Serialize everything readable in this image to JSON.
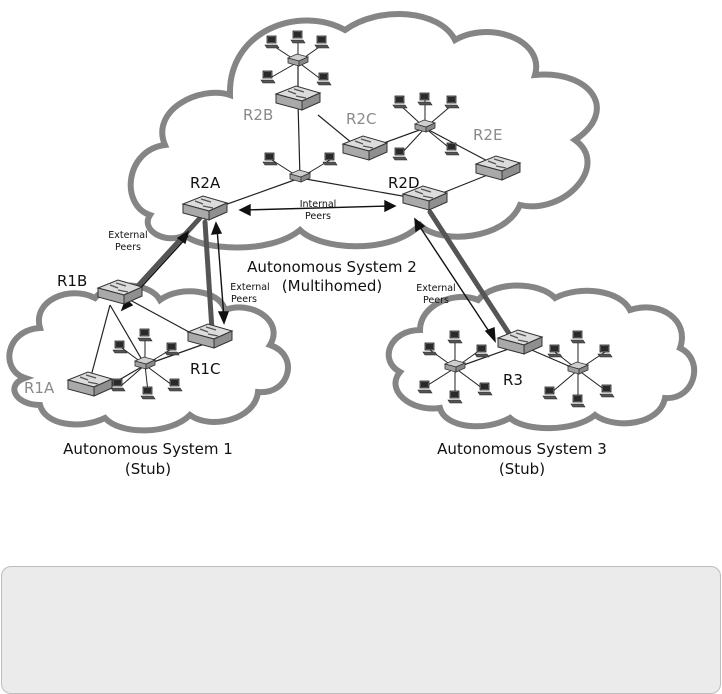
{
  "clouds": {
    "as1": {
      "label": "Autonomous System 1",
      "type": "(Stub)"
    },
    "as2": {
      "label": "Autonomous System 2",
      "type": "(Multihomed)"
    },
    "as3": {
      "label": "Autonomous System 3",
      "type": "(Stub)"
    }
  },
  "routers": {
    "r1a": "R1A",
    "r1b": "R1B",
    "r1c": "R1C",
    "r2a": "R2A",
    "r2b": "R2B",
    "r2c": "R2C",
    "r2d": "R2D",
    "r2e": "R2E",
    "r3": "R3"
  },
  "peer_labels": {
    "ext_left_1": "External",
    "ext_left_2": "Peers",
    "ext_mid_1": "External",
    "ext_mid_2": "Peers",
    "internal_1": "Internal",
    "internal_2": "Peers",
    "ext_right_1": "External",
    "ext_right_2": "Peers"
  },
  "colors": {
    "cloud_fill": "#ffffff",
    "cloud_stroke": "#7f7f7f",
    "router_fill": "#bdbdbd",
    "label_dark": "#111111",
    "label_gray": "#8a8a8a",
    "caption_box": "#ebebeb"
  },
  "icons": [
    "router-icon",
    "hub-icon",
    "computer-icon",
    "cloud-shape"
  ]
}
